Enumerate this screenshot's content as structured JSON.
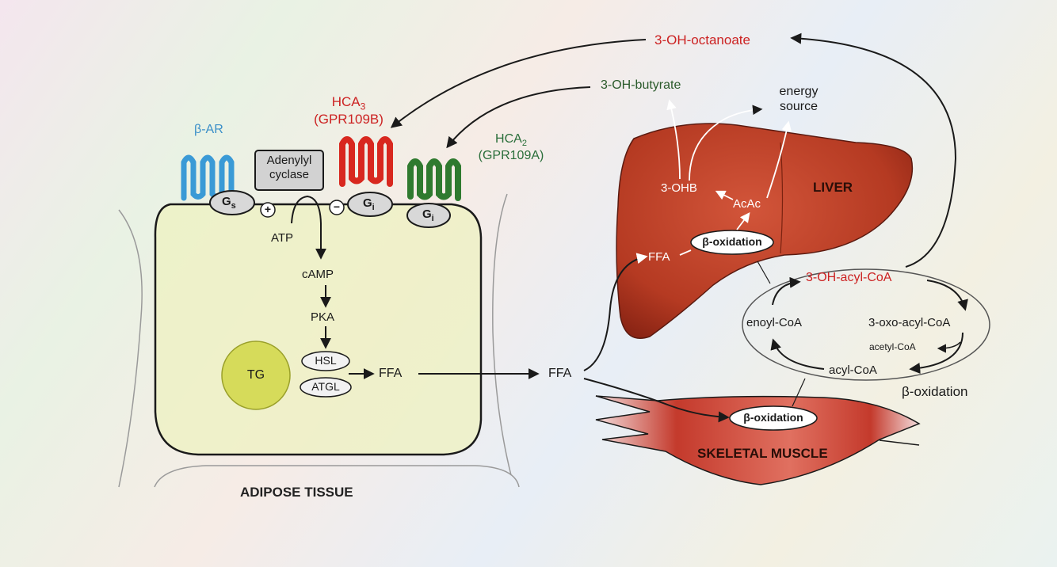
{
  "colors": {
    "hca3": "#d8281f",
    "hca2": "#2f7a2f",
    "beta_ar": "#3a9ad6",
    "liver": "#b53a22",
    "muscle": "#c43a2c",
    "tg": "#d6db5a",
    "cell_fill": "#eef1c0"
  },
  "labels": {
    "octanoate": "3-OH-octanoate",
    "butyrate": "3-OH-butyrate",
    "energy_source_1": "energy",
    "energy_source_2": "source",
    "hca3_name": "HCA",
    "hca3_sub": "3",
    "hca3_alias": "(GPR109B)",
    "hca2_name": "HCA",
    "hca2_sub": "2",
    "hca2_alias": "(GPR109A)",
    "beta_ar": "β-AR",
    "adenylyl_1": "Adenylyl",
    "adenylyl_2": "cyclase",
    "gs_g": "G",
    "gs_s": "s",
    "gi_g": "G",
    "gi_i": "i",
    "plus": "+",
    "minus": "−",
    "atp": "ATP",
    "camp": "cAMP",
    "pka": "PKA",
    "hsl": "HSL",
    "atgl": "ATGL",
    "tg": "TG",
    "ffa_adipose": "FFA",
    "ffa_blood": "FFA",
    "ffa_liver": "FFA",
    "ohb": "3-OHB",
    "acac": "AcAc",
    "liver": "LIVER",
    "beta_oxidation_liver": "β-oxidation",
    "cycle_oh_acyl": "3-OH-acyl-CoA",
    "cycle_enoyl": "enoyl-CoA",
    "cycle_oxo": "3-oxo-acyl-CoA",
    "cycle_acetyl": "acetyl-CoA",
    "cycle_acyl": "acyl-CoA",
    "cycle_title": "β-oxidation",
    "beta_oxidation_muscle": "β-oxidation",
    "skeletal_muscle": "SKELETAL MUSCLE",
    "adipose_tissue": "ADIPOSE TISSUE"
  }
}
